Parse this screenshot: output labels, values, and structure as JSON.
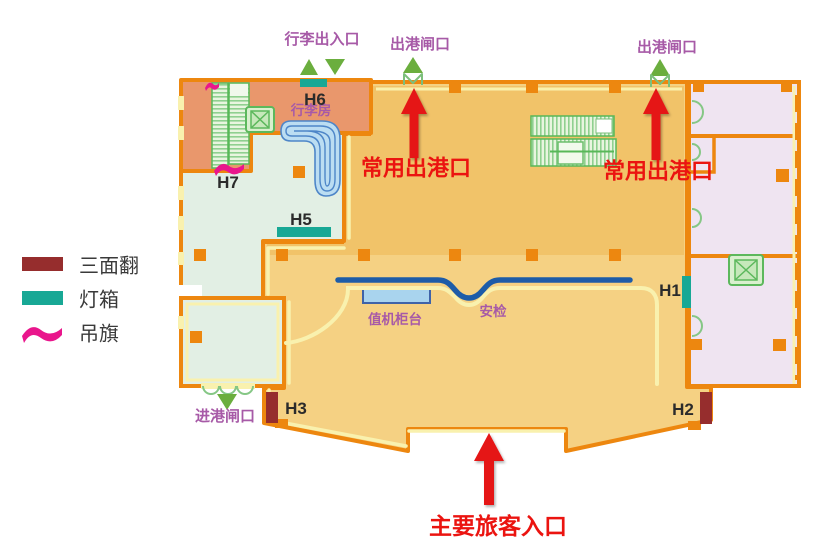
{
  "legend": {
    "items": [
      {
        "id": "three-sided-flip",
        "label": "三面翻",
        "color": "#962D2D"
      },
      {
        "id": "light-box",
        "label": "灯箱",
        "color": "#18A895"
      },
      {
        "id": "hanging-flag",
        "label": "吊旗",
        "color": "#E9168C"
      }
    ]
  },
  "labels": {
    "baggage_entrance": "行李出入口",
    "departure_gate_left": "出港闸口",
    "departure_gate_right": "出港闸口",
    "arrival_gate": "进港闸口",
    "baggage_room": "行李房",
    "checkin_counter": "值机柜台",
    "security_check": "安检",
    "common_departure_left": "常用出港口",
    "common_departure_right": "常用出港口",
    "main_passenger_entrance": "主要旅客入口"
  },
  "ad_positions": {
    "h1": "H1",
    "h2": "H2",
    "h3": "H3",
    "h5": "H5",
    "h6": "H6",
    "h7": "H7"
  },
  "colors": {
    "wall_orange": "#ED870F",
    "hall_gold_upper": "#F1C369",
    "hall_gold_lower": "#F5D183",
    "salmon_room": "#E9976C",
    "green_room": "#E2EFE4",
    "lavender_room": "#EFE4F1",
    "cream_line": "#F9F1AE",
    "security_blue": "#1D5CA8",
    "counter_blue": "#A9D4EE",
    "escalator_green": "#58B858",
    "arrow_red": "#E51212",
    "label_purple": "#A75AA7",
    "triangle_green": "#6BAE3E"
  }
}
